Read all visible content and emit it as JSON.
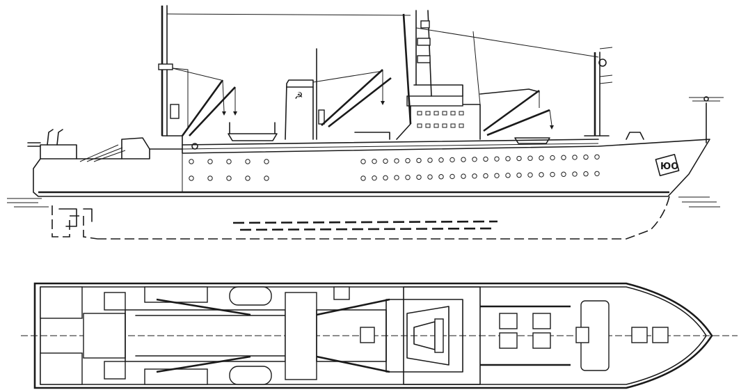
{
  "drawing": {
    "views": [
      {
        "id": "side-elevation",
        "porthole_rows": 2
      },
      {
        "id": "deck-plan"
      }
    ],
    "ink_color": "#1a1a1a",
    "paper_color": "#ffffff",
    "funnel_emblem": "hammer-and-sickle",
    "bow_marking": "ЮО"
  }
}
